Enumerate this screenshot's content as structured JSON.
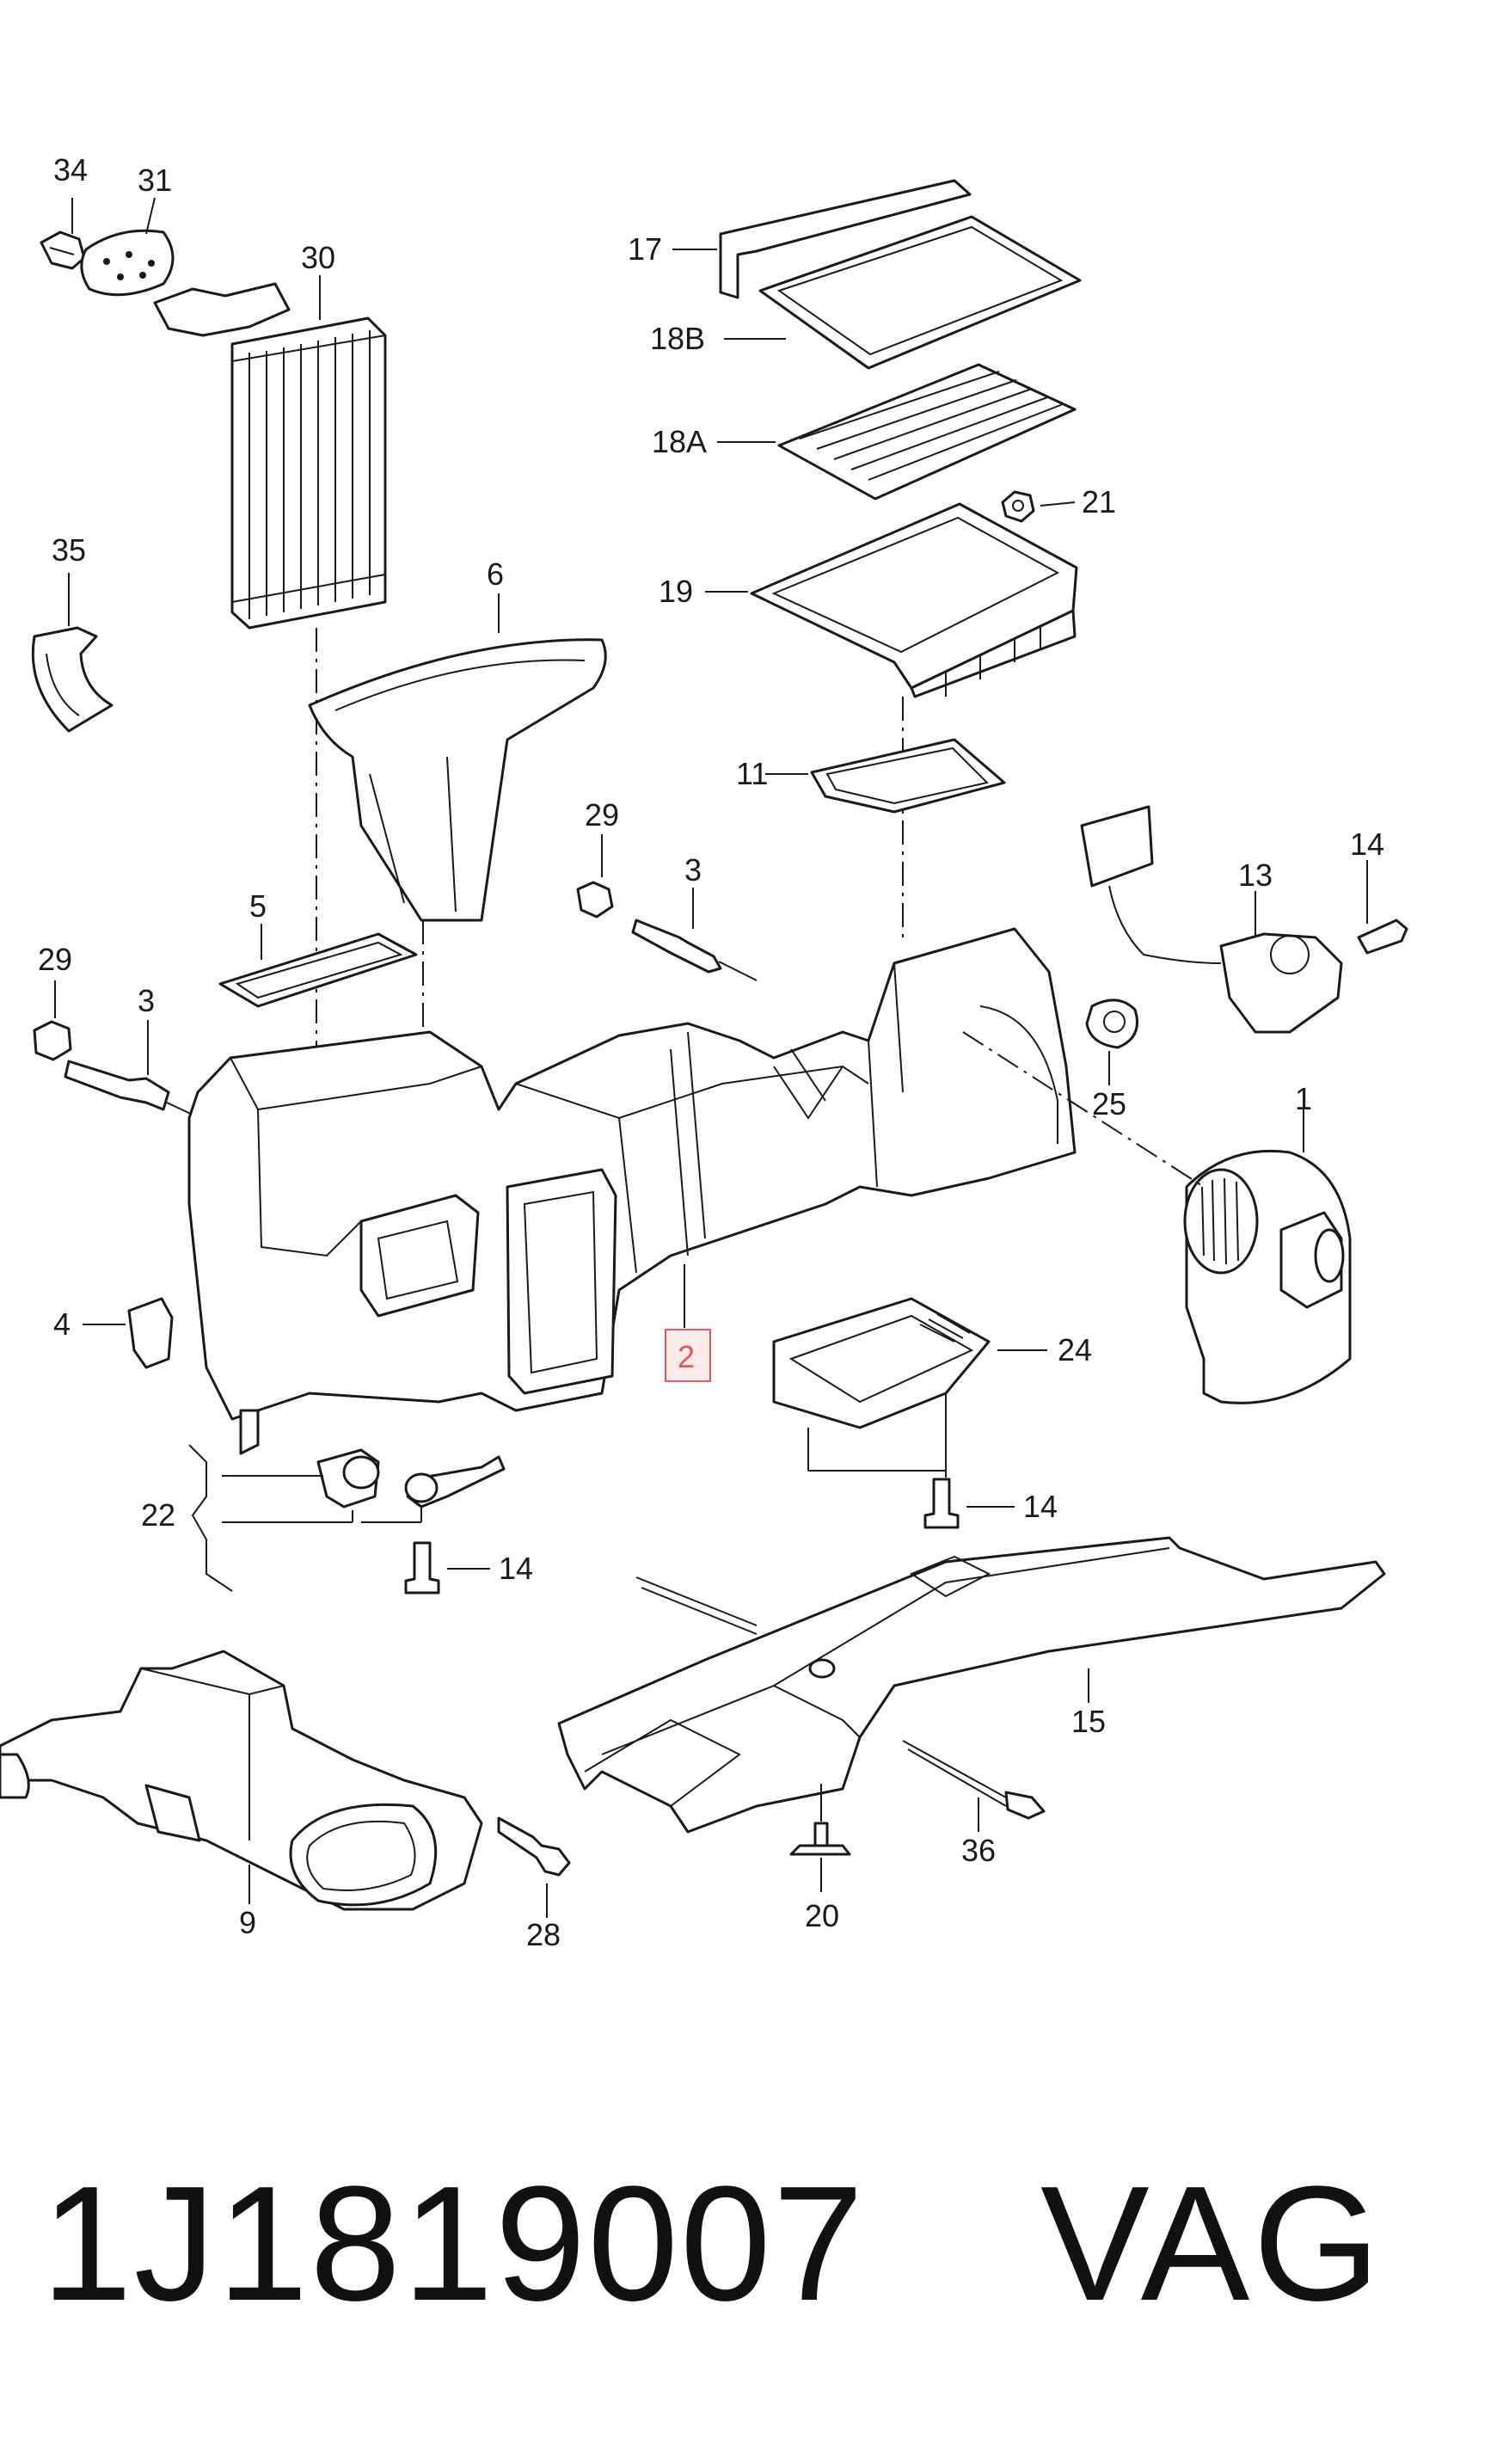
{
  "callouts": {
    "c34": "34",
    "c31": "31",
    "c30": "30",
    "c35": "35",
    "c6": "6",
    "c17": "17",
    "c18b": "18B",
    "c18a": "18A",
    "c21": "21",
    "c19": "19",
    "c11": "11",
    "c29a": "29",
    "c3a": "3",
    "c13": "13",
    "c14a": "14",
    "c5": "5",
    "c29b": "29",
    "c3b": "3",
    "c25": "25",
    "c1": "1",
    "c4": "4",
    "c2": "2",
    "c24": "24",
    "c22": "22",
    "c14b": "14",
    "c14c": "14",
    "c15": "15",
    "c36": "36",
    "c9": "9",
    "c28": "28",
    "c20": "20"
  },
  "highlight_color": "#e05a5a",
  "footer": {
    "part_number": "1J1819007",
    "brand": "VAG"
  }
}
